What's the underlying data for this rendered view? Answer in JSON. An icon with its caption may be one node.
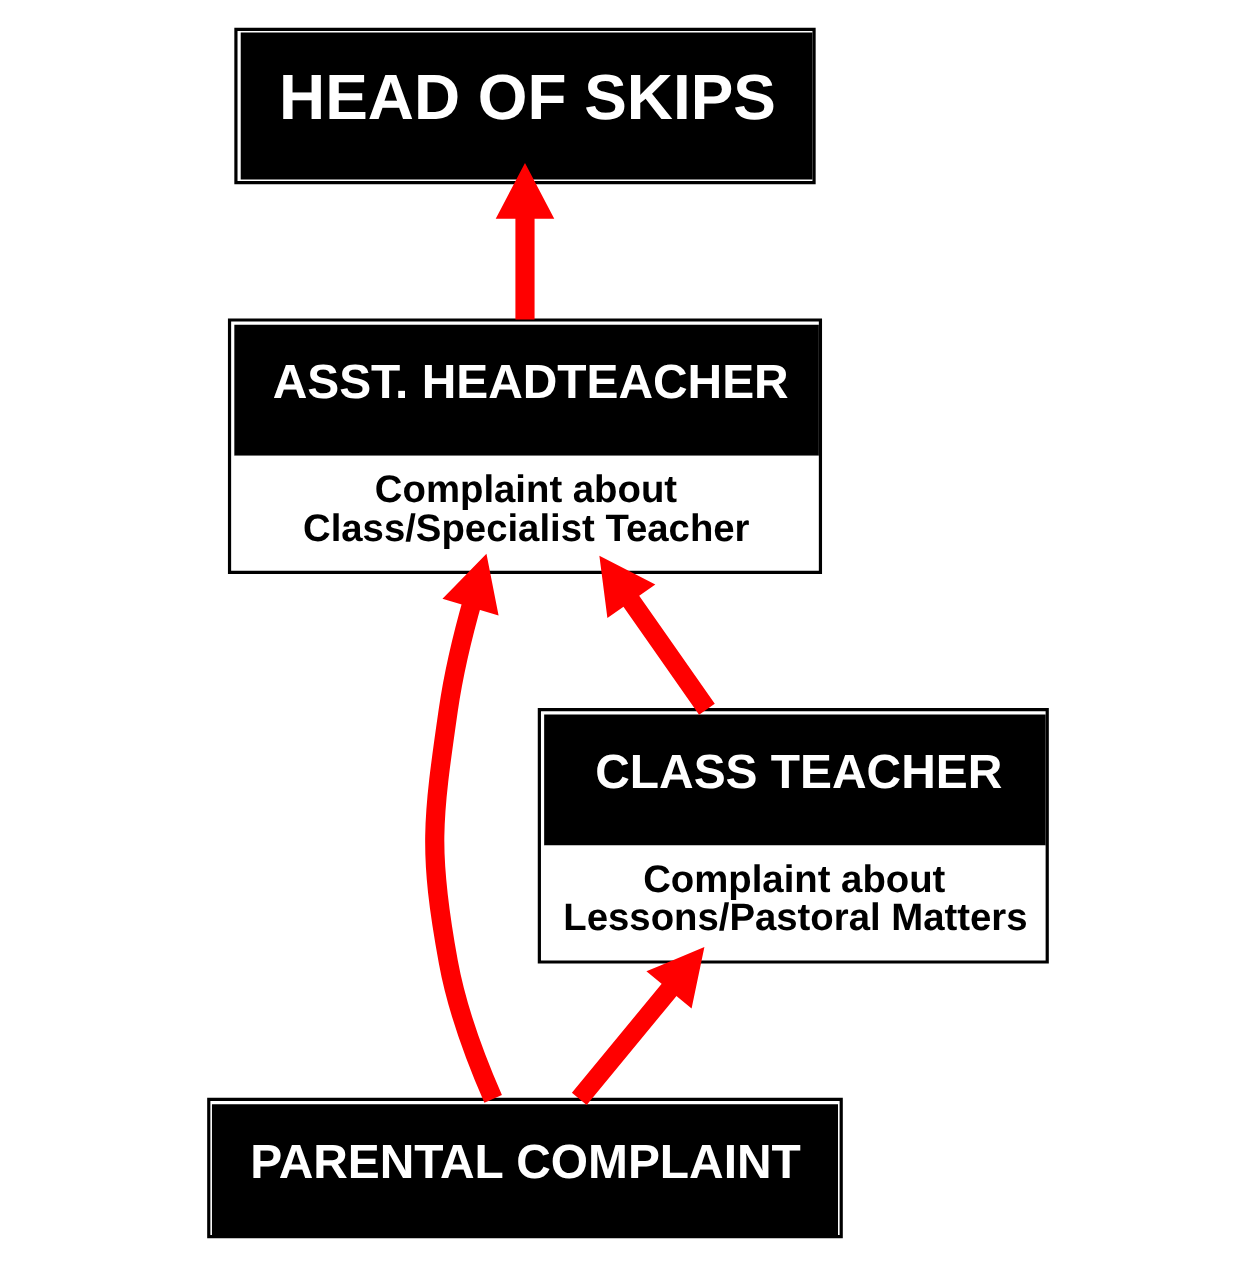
{
  "diagram": {
    "nodes": [
      {
        "text": [
          "HEAD OF SKIPS"
        ]
      },
      {
        "text": [
          "ASST. HEADTEACHER",
          "Complaint about Class/Specialist Teacher"
        ]
      },
      {
        "text": [
          "CLASS TEACHER",
          "Complaint about Lessons/Pastoral Matters"
        ]
      },
      {
        "text": [
          "PARENTAL COMPLAINT"
        ]
      }
    ],
    "edges": [
      {
        "from": 1,
        "to": 0,
        "arrow": "to"
      },
      {
        "from": 3,
        "to": 1,
        "arrow": "to"
      },
      {
        "from": 3,
        "to": 2,
        "arrow": "to"
      },
      {
        "from": 2,
        "to": 1,
        "arrow": "to"
      }
    ]
  }
}
